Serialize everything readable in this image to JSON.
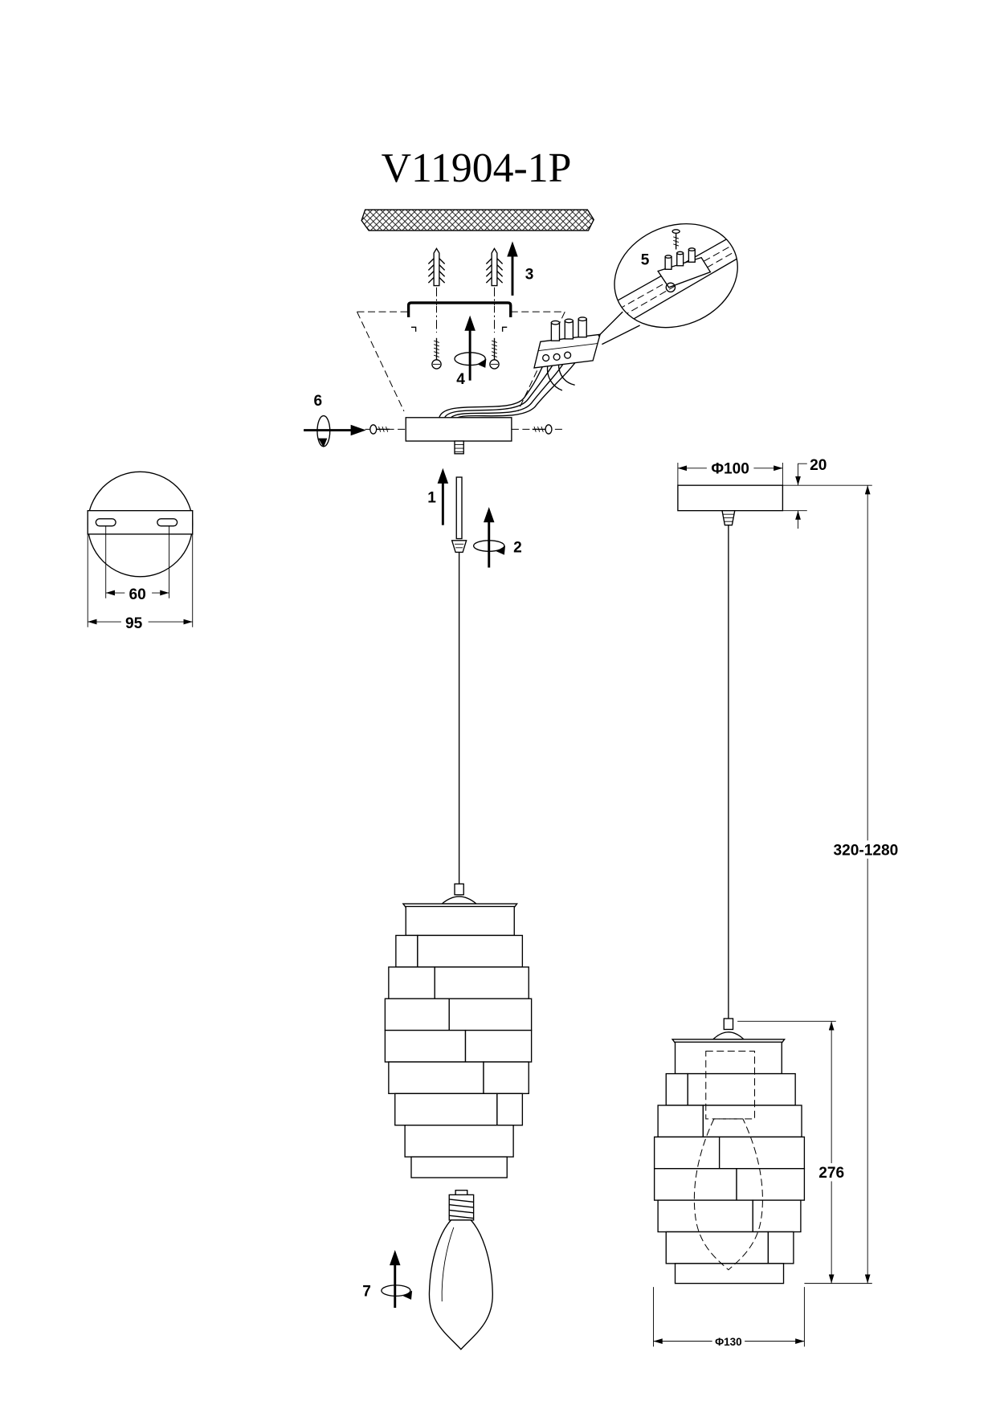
{
  "title": "V11904-1P",
  "steps": {
    "step1": "1",
    "step2": "2",
    "step3": "3",
    "step4": "4",
    "step5": "5",
    "step6": "6",
    "step7": "7"
  },
  "dimensions": {
    "slot_spacing": "60",
    "bracket_width": "95",
    "canopy_diameter": "Φ100",
    "canopy_height": "20",
    "overall_height": "320-1280",
    "shade_height": "276",
    "shade_diameter": "Φ130"
  }
}
